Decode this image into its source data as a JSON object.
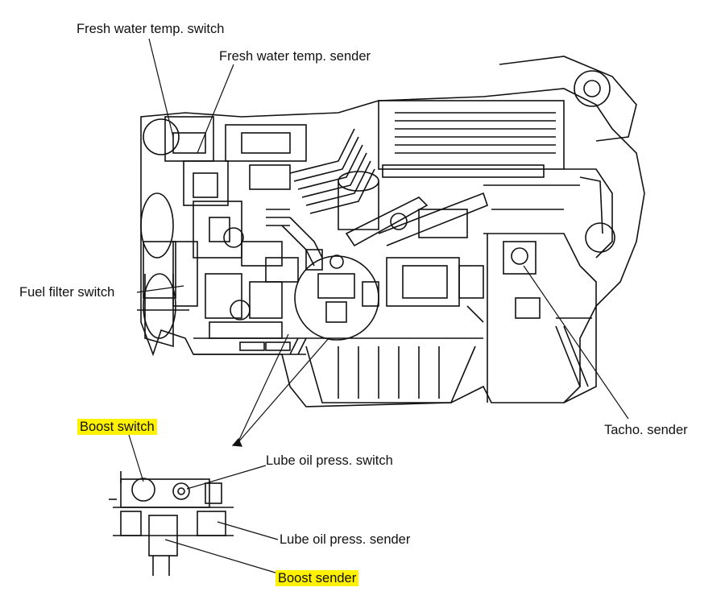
{
  "labels": {
    "fresh_water_temp_switch": "Fresh water temp. switch",
    "fresh_water_temp_sender": "Fresh water temp. sender",
    "fuel_filter_switch": "Fuel filter switch",
    "tacho_sender": "Tacho. sender",
    "boost_switch": "Boost switch",
    "lube_oil_press_switch": "Lube oil press. switch",
    "lube_oil_press_sender": "Lube oil press. sender",
    "boost_sender": "Boost sender"
  },
  "colors": {
    "highlight": "#fff200",
    "line": "#111111"
  }
}
